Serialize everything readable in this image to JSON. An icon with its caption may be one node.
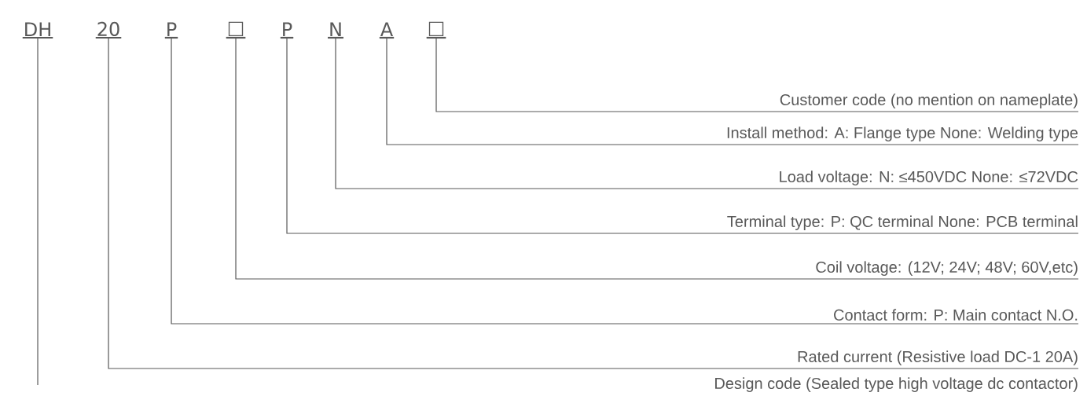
{
  "diagram": {
    "nodes": [
      {
        "text": [
          "DH"
        ]
      },
      {
        "text": [
          "20"
        ]
      },
      {
        "text": [
          "P"
        ]
      },
      {
        "text": [
          "□"
        ]
      },
      {
        "text": [
          "P"
        ]
      },
      {
        "text": [
          "N"
        ]
      },
      {
        "text": [
          "A"
        ]
      },
      {
        "text": [
          "□"
        ]
      },
      {
        "text": [
          "Customer code (no mention on nameplate)"
        ]
      },
      {
        "text": [
          "Install method: A: Flange type None: Welding type"
        ]
      },
      {
        "text": [
          "Load voltage: N: ≤450VDC None: ≤72VDC"
        ]
      },
      {
        "text": [
          "Terminal type: P: QC terminal None: PCB terminal"
        ]
      },
      {
        "text": [
          "Coil voltage: (12V; 24V; 48V; 60V,etc)"
        ]
      },
      {
        "text": [
          "Contact form: P: Main contact N.O."
        ]
      },
      {
        "text": [
          "Rated current (Resistive load DC-1 20A)"
        ]
      },
      {
        "text": [
          "Design code (Sealed type high voltage dc contactor)"
        ]
      }
    ],
    "edges": [
      {
        "from": 7,
        "to": 8,
        "arrow": "none"
      },
      {
        "from": 6,
        "to": 9,
        "arrow": "none"
      },
      {
        "from": 5,
        "to": 10,
        "arrow": "none"
      },
      {
        "from": 4,
        "to": 11,
        "arrow": "none"
      },
      {
        "from": 3,
        "to": 12,
        "arrow": "none"
      },
      {
        "from": 2,
        "to": 13,
        "arrow": "none"
      },
      {
        "from": 1,
        "to": 14,
        "arrow": "none"
      },
      {
        "from": 0,
        "to": null,
        "arrow": "none"
      }
    ]
  }
}
